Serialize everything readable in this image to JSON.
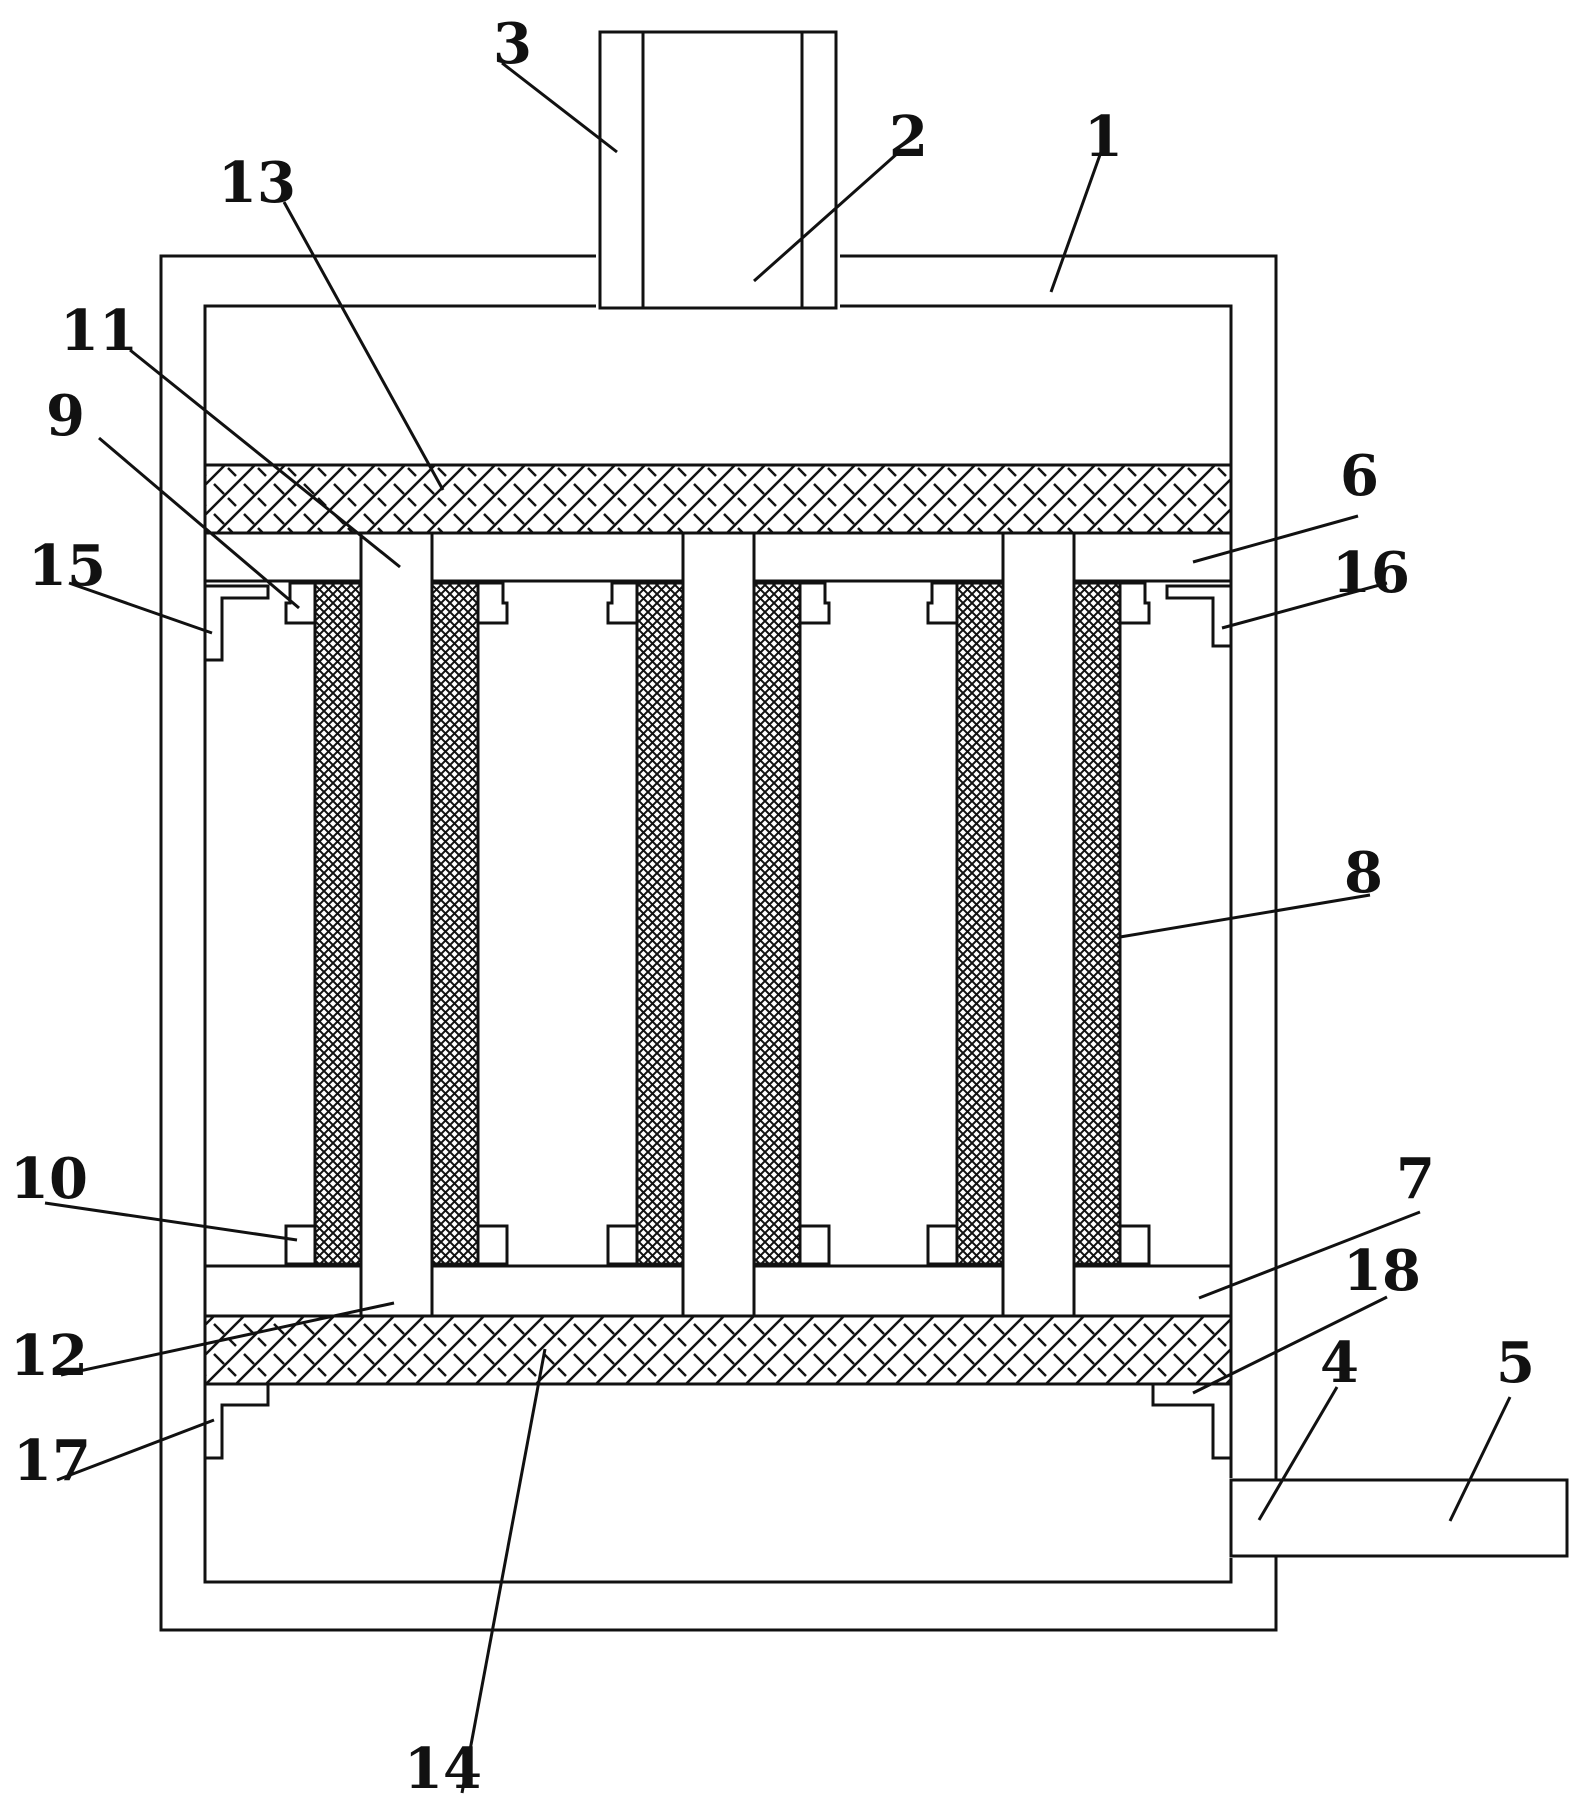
{
  "diagram": {
    "colors": {
      "line": "#111111",
      "background": "#ffffff"
    },
    "labels": {
      "l1": "1",
      "l2": "2",
      "l3": "3",
      "l4": "4",
      "l5": "5",
      "l6": "6",
      "l7": "7",
      "l8": "8",
      "l9": "9",
      "l10": "10",
      "l11": "11",
      "l12": "12",
      "l13": "13",
      "l14": "14",
      "l15": "15",
      "l16": "16",
      "l17": "17",
      "l18": "18"
    }
  }
}
